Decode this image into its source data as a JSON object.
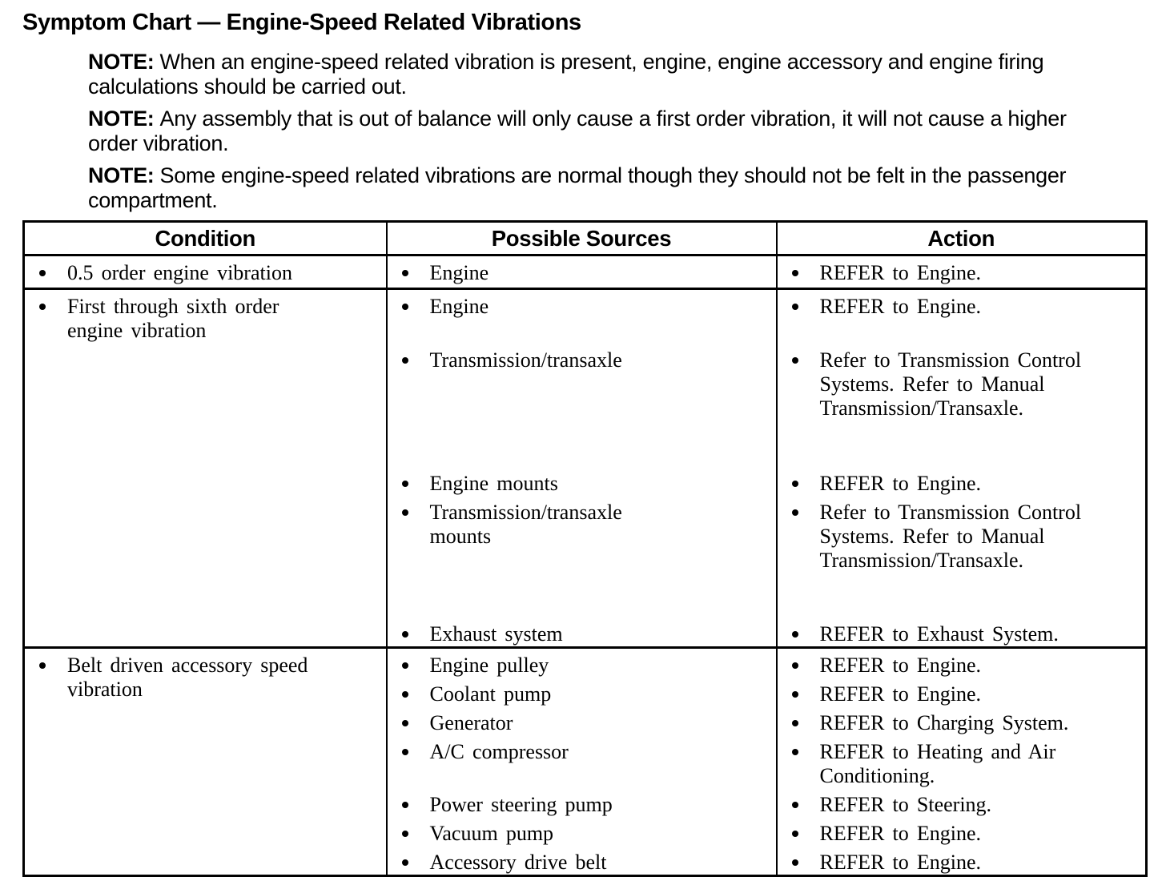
{
  "page": {
    "title": "Symptom Chart — Engine-Speed Related Vibrations",
    "notes": [
      {
        "label": "NOTE:",
        "text": "When an engine-speed related vibration is present, engine, engine accessory and engine firing calculations should be carried out."
      },
      {
        "label": "NOTE:",
        "text": "Any assembly that is out of balance will only cause a first order vibration, it will not cause a higher order vibration."
      },
      {
        "label": "NOTE:",
        "text": "Some engine-speed related vibrations are normal though they should not be felt in the passenger compartment."
      }
    ]
  },
  "table": {
    "headers": [
      "Condition",
      "Possible Sources",
      "Action"
    ],
    "rows": [
      {
        "condition": "0.5 order engine vibration",
        "pairs": [
          {
            "source": "Engine",
            "action": "REFER to Engine."
          }
        ]
      },
      {
        "condition": "First through sixth order engine vibration",
        "pairs": [
          {
            "source": "Engine",
            "action": "REFER to Engine."
          },
          {
            "source": "Transmission/transaxle",
            "action": "Refer to Transmission Control Systems. Refer to Manual Transmission/Transaxle."
          },
          {
            "source": "Engine mounts",
            "action": "REFER to Engine."
          },
          {
            "source": "Transmission/transaxle mounts",
            "action": "Refer to Transmission Control Systems. Refer to Manual Transmission/Transaxle."
          },
          {
            "source": "Exhaust system",
            "action": "REFER to Exhaust System."
          }
        ]
      },
      {
        "condition": "Belt driven accessory speed vibration",
        "pairs": [
          {
            "source": "Engine pulley",
            "action": "REFER to Engine."
          },
          {
            "source": "Coolant pump",
            "action": "REFER to Engine."
          },
          {
            "source": "Generator",
            "action": "REFER to Charging System."
          },
          {
            "source": "A/C compressor",
            "action": "REFER to Heating and Air Conditioning."
          },
          {
            "source": "Power steering pump",
            "action": "REFER to Steering."
          },
          {
            "source": "Vacuum pump",
            "action": "REFER to Engine."
          },
          {
            "source": "Accessory drive belt",
            "action": "REFER to Engine."
          }
        ]
      }
    ]
  }
}
